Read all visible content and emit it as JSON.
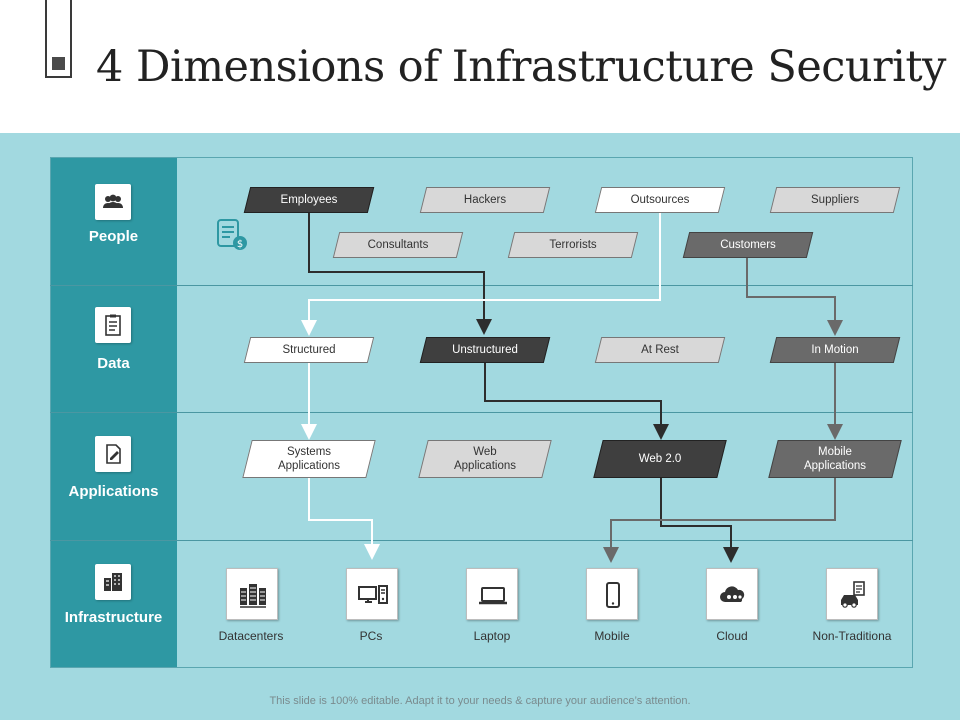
{
  "title": "4 Dimensions of Infrastructure Security",
  "rows": {
    "people": "People",
    "data": "Data",
    "applications": "Applications",
    "infrastructure": "Infrastructure"
  },
  "people": {
    "employees": "Employees",
    "hackers": "Hackers",
    "outsources": "Outsources",
    "suppliers": "Suppliers",
    "consultants": "Consultants",
    "terrorists": "Terrorists",
    "customers": "Customers"
  },
  "data": {
    "structured": "Structured",
    "unstructured": "Unstructured",
    "at_rest": "At Rest",
    "in_motion": "In Motion"
  },
  "applications": {
    "systems": "Systems\nApplications",
    "web": "Web\nApplications",
    "web20": "Web 2.0",
    "mobile": "Mobile\nApplications"
  },
  "infrastructure": {
    "datacenters": "Datacenters",
    "pcs": "PCs",
    "laptop": "Laptop",
    "mobile": "Mobile",
    "cloud": "Cloud",
    "non_traditional": "Non-Traditiona"
  },
  "footer": "This slide is 100% editable. Adapt it to your needs & capture your audience’s attention.",
  "colors": {
    "band": "#a2d9e0",
    "sidebar": "#2e98a3",
    "dark_box": "#3f3f3f",
    "mid_box": "#6a6a6a",
    "light_box": "#d8d8d8"
  }
}
